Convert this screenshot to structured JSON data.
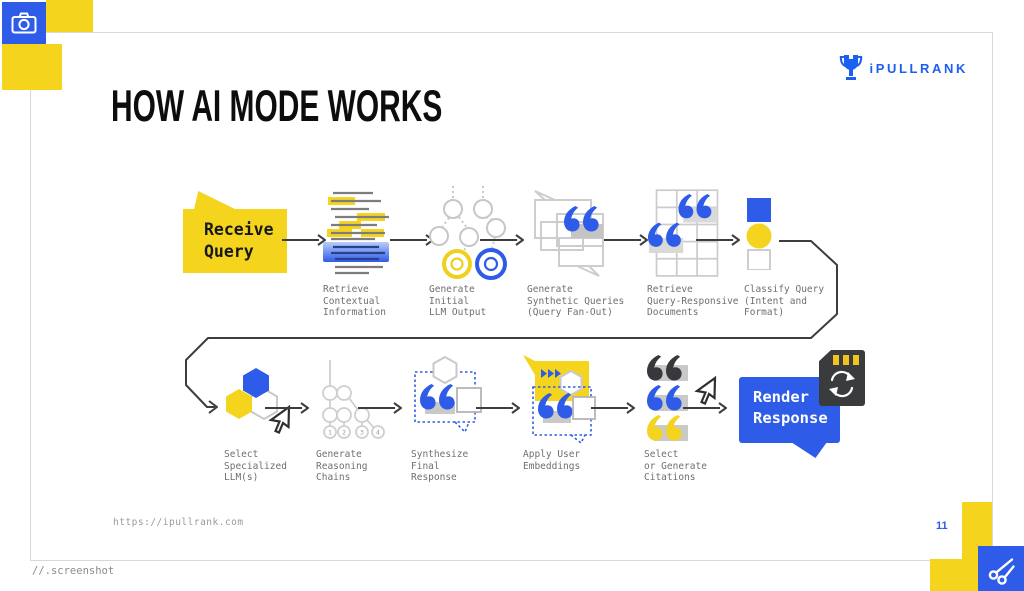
{
  "header": {
    "title": "HOW AI MODE WORKS",
    "logo_text": "iPULLRANK"
  },
  "flow": {
    "start_label": "Receive\nQuery",
    "end_label": "Render\nResponse",
    "row1": [
      {
        "label": "Retrieve\nContextual\nInformation"
      },
      {
        "label": "Generate\nInitial\nLLM Output"
      },
      {
        "label": "Generate\nSynthetic Queries\n(Query Fan-Out)"
      },
      {
        "label": "Retrieve\nQuery-Responsive\nDocuments"
      },
      {
        "label": "Classify Query\n(Intent and\nFormat)"
      }
    ],
    "row2": [
      {
        "label": "Select\nSpecialized\nLLM(s)"
      },
      {
        "label": "Generate\nReasoning\nChains"
      },
      {
        "label": "Synthesize\nFinal\nResponse"
      },
      {
        "label": "Apply User\nEmbeddings"
      },
      {
        "label": "Select\nor Generate\nCitations"
      }
    ],
    "reasoning_numbers": [
      "1",
      "2",
      "3",
      "4"
    ]
  },
  "footer": {
    "url": "https://ipullrank.com",
    "page_number": "11",
    "watermark": "//.screenshot"
  },
  "colors": {
    "brand_blue": "#2e5ce8",
    "brand_yellow": "#f5d41e",
    "arrow_dark": "#3d3d3d",
    "label_gray": "#6f6f6f"
  }
}
